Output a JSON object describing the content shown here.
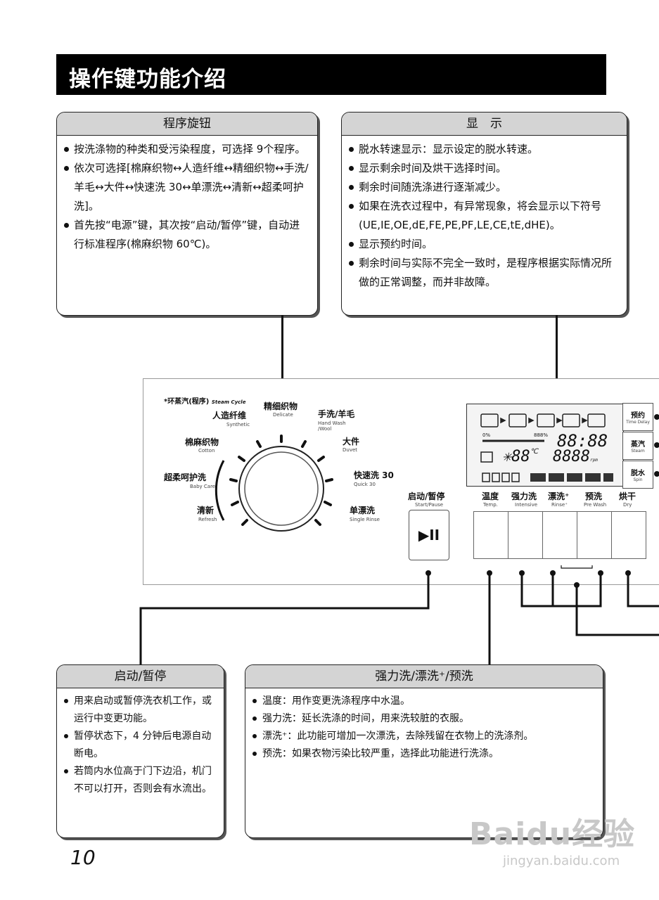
{
  "page_title": "操作键功能介绍",
  "program_knob": {
    "title": "程序旋钮",
    "items": [
      "按洗涤物的种类和受污染程度，可选择 9个程序。",
      "依次可选择[棉麻织物↔人造纤维↔精细织物↔手洗/羊毛↔大件↔快速洗 30↔单漂洗↔清新↔超柔呵护洗]。",
      "首先按“电源”键，其次按“启动/暂停”键，自动进行标准程序(棉麻织物 60℃)。"
    ]
  },
  "display": {
    "title": "显　示",
    "items": [
      "脱水转速显示：显示设定的脱水转速。",
      "显示剩余时间及烘干选择时间。",
      "剩余时间随洗涤进行逐渐减少。",
      "如果在洗衣过程中，有异常现象，将会显示以下符号(UE,IE,OE,dE,FE,PE,PF,LE,CE,tE,dHE)。",
      "显示预约时间。",
      "剩余时间与实际不完全一致时，是程序根据实际情况所做的正常调整，而并非故障。"
    ]
  },
  "panel": {
    "steam_cycle": "*环蒸汽(程序)",
    "steam_cycle_en": "Steam Cycle",
    "programs": [
      {
        "cn": "精细织物",
        "en": "Delicate"
      },
      {
        "cn": "手洗/羊毛",
        "en": "Hand Wash /Wool"
      },
      {
        "cn": "大件",
        "en": "Duvet"
      },
      {
        "cn": "快速洗 30",
        "en": "Quick 30"
      },
      {
        "cn": "单漂洗",
        "en": "Single Rinse"
      },
      {
        "cn": "人造纤维",
        "en": "Synthetic"
      },
      {
        "cn": "棉麻织物",
        "en": "Cotton"
      },
      {
        "cn": "超柔呵护洗",
        "en": "Baby Care"
      },
      {
        "cn": "清新",
        "en": "Refresh"
      }
    ],
    "start_pause": {
      "cn": "启动/暂停",
      "en": "Start/Pause",
      "icon": "▶II"
    },
    "options": [
      {
        "cn": "温度",
        "en": "Temp."
      },
      {
        "cn": "强力洗",
        "en": "Intensive"
      },
      {
        "cn": "漂洗⁺",
        "en": "Rinse⁺"
      },
      {
        "cn": "预洗",
        "en": "Pre Wash"
      },
      {
        "cn": "烘干",
        "en": "Dry"
      }
    ],
    "side_buttons": [
      {
        "cn": "预约",
        "en": "Time Delay"
      },
      {
        "cn": "蒸汽",
        "en": "Steam"
      },
      {
        "cn": "脱水",
        "en": "Spin"
      }
    ],
    "lcd": {
      "time": "88:88",
      "temp": "88",
      "temp_unit": "℃",
      "rpm": "8888",
      "rpm_unit": "rpm",
      "pct": "0%",
      "pct2": "888%"
    }
  },
  "start_pause_box": {
    "title": "启动/暂停",
    "items": [
      "用来启动或暂停洗衣机工作，或运行中变更功能。",
      "暂停状态下，4 分钟后电源自动断电。",
      "若筒内水位高于门下边沿，机门不可以打开，否则会有水流出。"
    ]
  },
  "options_box": {
    "title": "强力洗/漂洗⁺/预洗",
    "items": [
      "温度：用作变更洗涤程序中水温。",
      "强力洗：延长洗涤的时间，用来洗较脏的衣服。",
      "漂洗⁺：此功能可增加一次漂洗，去除残留在衣物上的洗涤剂。",
      "预洗：如果衣物污染比较严重，选择此功能进行洗涤。"
    ]
  },
  "page_number": "10",
  "watermark": {
    "main": "Baidu经验",
    "url": "jingyan.baidu.com"
  }
}
